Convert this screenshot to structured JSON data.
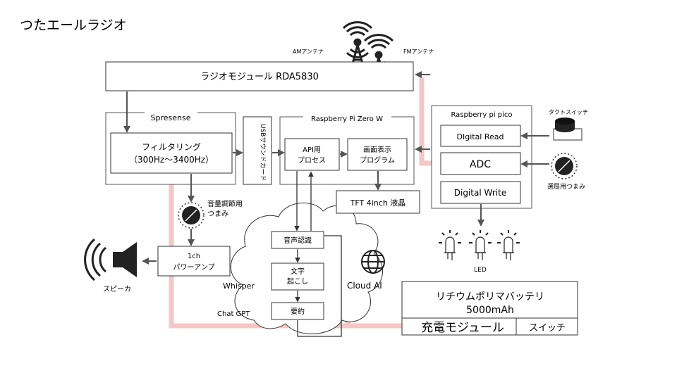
{
  "title": "つたエールラジオ",
  "labels": {
    "am_antenna": "AMアンテナ",
    "fm_antenna": "FMアンテナ",
    "radio_module": "ラジオモジュール RDA5830",
    "spresense": "Spresense",
    "filtering_line1": "フィルタリング",
    "filtering_line2": "（300Hz〜3400Hz）",
    "usb_sound_card": "USBサウンドカード",
    "raspberry_pi_zero": "Raspberry Pi Zero W",
    "api_process_line1": "API用",
    "api_process_line2": "プロセス",
    "display_program_line1": "画面表示",
    "display_program_line2": "プログラム",
    "tft_lcd": "TFT 4inch 液晶",
    "raspberry_pi_pico": "Raspberry pi pico",
    "digital_read": "DIgital Read",
    "adc": "ADC",
    "digital_write": "Digital Write",
    "tact_switch": "タクトスイッチ",
    "tuning_knob": "選局用つまみ",
    "volume_knob_line1": "音量調節用",
    "volume_knob_line2": "つまみ",
    "power_amp_line1": "1ch",
    "power_amp_line2": "パワーアンプ",
    "speaker": "スピーカ",
    "speech_recognition": "音声認識",
    "transcription_line1": "文字",
    "transcription_line2": "起こし",
    "summary": "要約",
    "whisper": "Whisper",
    "chat_gpt": "Chat GPT",
    "cloud_ai": "Cloud AI",
    "led": "LED",
    "battery_line1": "リチウムポリマバッテリ",
    "battery_line2": "5000mAh",
    "charge_module": "充電モジュール",
    "switch": "スイッチ"
  },
  "icons": [
    "antenna-icon",
    "speaker-icon",
    "knob-icon",
    "tact-switch-icon",
    "led-icon",
    "globe-icon",
    "cloud-icon"
  ],
  "colors": {
    "power_line": "#f4c7c7",
    "line": "#555555"
  }
}
